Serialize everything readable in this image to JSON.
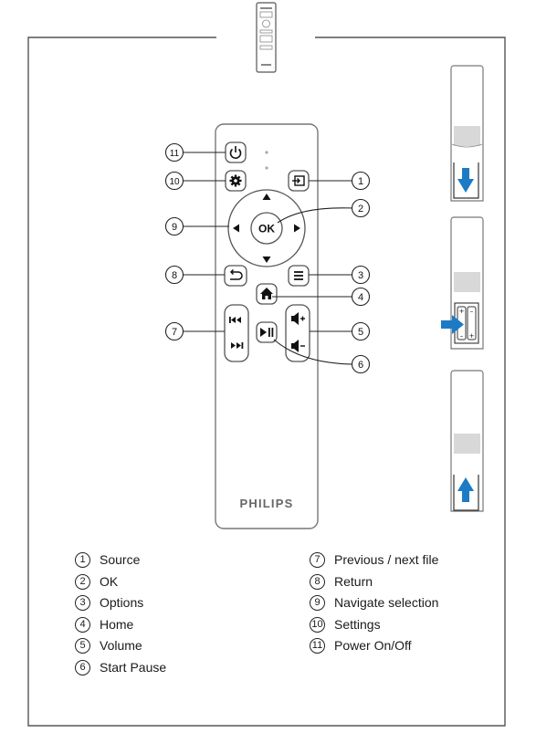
{
  "brand": "PHILIPS",
  "ok_label": "OK",
  "colors": {
    "arrow_blue": "#1c7bc4",
    "outline": "#555555"
  },
  "callouts": [
    {
      "number": "1",
      "target": "source-button"
    },
    {
      "number": "2",
      "target": "ok-button"
    },
    {
      "number": "3",
      "target": "options-button"
    },
    {
      "number": "4",
      "target": "home-button"
    },
    {
      "number": "5",
      "target": "volume-rocker"
    },
    {
      "number": "6",
      "target": "play-pause-button"
    },
    {
      "number": "7",
      "target": "prev-next-rocker"
    },
    {
      "number": "8",
      "target": "return-button"
    },
    {
      "number": "9",
      "target": "nav-ring"
    },
    {
      "number": "10",
      "target": "settings-button"
    },
    {
      "number": "11",
      "target": "power-button"
    }
  ],
  "legend_left": [
    {
      "number": "1",
      "label": "Source"
    },
    {
      "number": "2",
      "label": "OK"
    },
    {
      "number": "3",
      "label": "Options"
    },
    {
      "number": "4",
      "label": "Home"
    },
    {
      "number": "5",
      "label": "Volume"
    },
    {
      "number": "6",
      "label": "Start Pause"
    }
  ],
  "legend_right": [
    {
      "number": "7",
      "label": "Previous / next file"
    },
    {
      "number": "8",
      "label": "Return"
    },
    {
      "number": "9",
      "label": "Navigate selection"
    },
    {
      "number": "10",
      "label": "Settings"
    },
    {
      "number": "11",
      "label": "Power On/Off"
    }
  ]
}
